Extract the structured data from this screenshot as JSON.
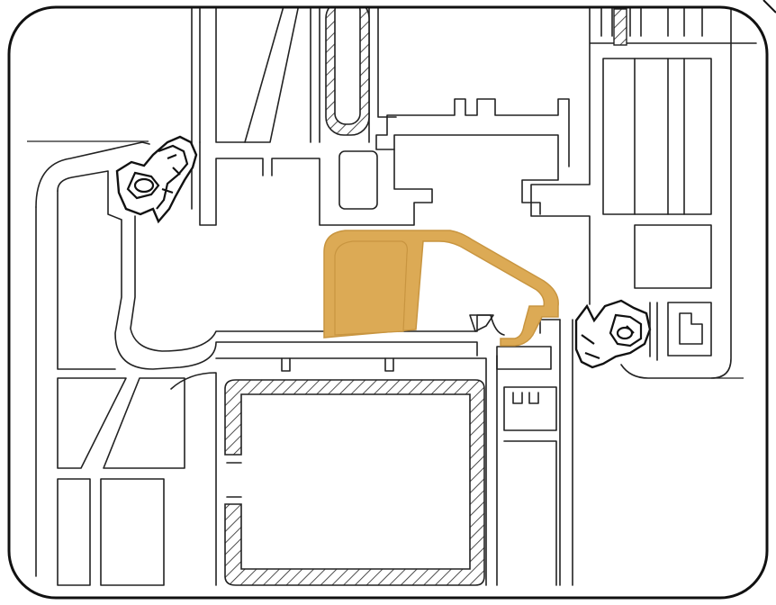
{
  "figure": {
    "subject": "window-profile-cross-section",
    "colors": {
      "background": "#ffffff",
      "outline": "#222222",
      "frame": "#111111",
      "insert": "#dcaa55",
      "insert_edge": "#c89540"
    },
    "icons": {
      "gasket": "gasket-seal",
      "reinforcement": "steel-reinforcement",
      "insert": "thermal-insert"
    }
  }
}
